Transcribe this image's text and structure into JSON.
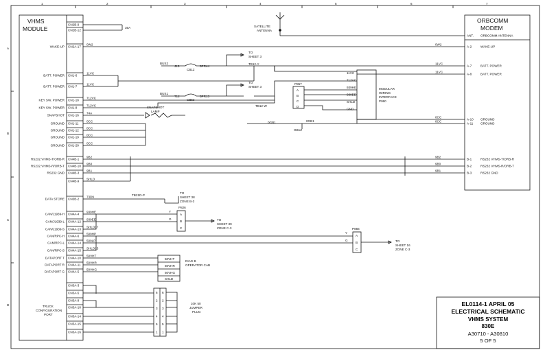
{
  "grid": {
    "cols": [
      "1",
      "2",
      "3",
      "4",
      "5",
      "6",
      "7"
    ],
    "rows": [
      "A",
      "B",
      "C",
      "D"
    ]
  },
  "vhms_module": {
    "title1": "VHMS",
    "title2": "MODULE",
    "pins": [
      {
        "label": "",
        "pin": "CN2B-9",
        "wire": ""
      },
      {
        "label": "",
        "pin": "CN2B-12",
        "wire": "35A"
      },
      {
        "label": "WAKE-UP",
        "pin": "CN2A-17",
        "wire": "0W2"
      },
      {
        "label": "BATT. POWER",
        "pin": "CN1-6",
        "wire": "11VC"
      },
      {
        "label": "BATT. POWER",
        "pin": "CN1-7",
        "wire": "11VC"
      },
      {
        "label": "KEY SW. POWER",
        "pin": "CN1-18",
        "wire": "712VC"
      },
      {
        "label": "KEY SW. POWER",
        "pin": "CN1-8",
        "wire": "712VC"
      },
      {
        "label": "SNAPSHOT",
        "pin": "CN1-16",
        "wire": "74A"
      },
      {
        "label": "GROUND",
        "pin": "CN1-11",
        "wire": "0CC"
      },
      {
        "label": "GROUND",
        "pin": "CN1-12",
        "wire": "0CC"
      },
      {
        "label": "GROUND",
        "pin": "CN1-19",
        "wire": "0CC"
      },
      {
        "label": "GROUND",
        "pin": "CN1-20",
        "wire": "0CC"
      },
      {
        "label": "RS232 VHMS-T/ORB-R",
        "pin": "CN4B-1",
        "wire": "9B2"
      },
      {
        "label": "RS232 VHMS-R/ORB-T",
        "pin": "CN4B-10",
        "wire": "9B0"
      },
      {
        "label": "RS232 GND",
        "pin": "CN4B-3",
        "wire": "9B1"
      },
      {
        "label": "",
        "pin": "CN4B-9",
        "wire": "SHLD"
      },
      {
        "label": "DATA STORE",
        "pin": "CN3B-2",
        "wire": "73D9"
      },
      {
        "label": "CAN/J1939-H",
        "pin": "CN4A-4",
        "wire": "939HE"
      },
      {
        "label": "CAN/J1939-L",
        "pin": "CN4A-12",
        "wire": "939EE"
      },
      {
        "label": "CAN/J1939-S",
        "pin": "CN4A-13",
        "wire": "SHLD17"
      },
      {
        "label": "CAN/RPC-H",
        "pin": "CN4A-6",
        "wire": "509HP"
      },
      {
        "label": "CAN/RPC-L",
        "pin": "CN4A-14",
        "wire": "509LP"
      },
      {
        "label": "CAN/RPC-S",
        "pin": "CN4A-15",
        "wire": "SHLD15"
      },
      {
        "label": "DATAPORT T",
        "pin": "CN4A-10",
        "wire": "50VHT"
      },
      {
        "label": "DATAPORT R",
        "pin": "CN4A-11",
        "wire": "50VHR"
      },
      {
        "label": "DATAPORT G",
        "pin": "CN4A-5",
        "wire": "50VHG"
      },
      {
        "label": "",
        "pin": "CN3A-3",
        "wire": ""
      },
      {
        "label": "",
        "pin": "CN3A-5",
        "wire": ""
      },
      {
        "label": "",
        "pin": "CN3A-9",
        "wire": ""
      },
      {
        "label": "",
        "pin": "CN3A-10",
        "wire": ""
      },
      {
        "label": "",
        "pin": "CN3A-14",
        "wire": ""
      },
      {
        "label": "",
        "pin": "CN3A-15",
        "wire": ""
      },
      {
        "label": "",
        "pin": "CN3A-16",
        "wire": ""
      }
    ],
    "truck_port": [
      "TRUCK",
      "CONFIGURATION",
      "PORT"
    ]
  },
  "orbcomm_modem": {
    "title1": "ORBCOMM",
    "title2": "MODEM",
    "pins": [
      {
        "pin": "ANT.",
        "label": "ORBCOMM ANTENNA"
      },
      {
        "pin": "A-2",
        "label": "WAKE-UP",
        "wire": "0W2"
      },
      {
        "pin": "A-7",
        "label": "BATT. POWER",
        "wire": "11VC"
      },
      {
        "pin": "A-8",
        "label": "BATT. POWER",
        "wire": "11VC"
      },
      {
        "pin": "A-10",
        "label": "GROUND",
        "wire": "0CC"
      },
      {
        "pin": "A-11",
        "label": "GROUND",
        "wire": "0CC"
      },
      {
        "pin": "B-1",
        "label": "RS232 VHMS-T/ORB-R",
        "wire": "9B2"
      },
      {
        "pin": "B-2",
        "label": "RS232 VHMS-R/ORB-T",
        "wire": "9B0"
      },
      {
        "pin": "B-3",
        "label": "RS232 GND",
        "wire": "9B1"
      }
    ]
  },
  "antenna": {
    "line1": "SATELLITE",
    "line2": "ANTENNA"
  },
  "power": {
    "bus2": "BUS2",
    "j15": "J15",
    "cb12": "CB12",
    "wire_a": "5PR44",
    "bus1": "BUS1",
    "j12": "712",
    "cb53": "CB53",
    "wire_b": "5PR13",
    "tb1": "TB12-Y",
    "tb2": "TB12-W",
    "to_sheet_a": [
      "TO",
      "SHEET 3"
    ],
    "to_sheet_b": [
      "TO",
      "SHEET 3"
    ],
    "snapshot_lamp": [
      "SNAPSHOT",
      "LAMP"
    ],
    "gnd1": "0GB1",
    "gnd2": "0GB1",
    "gb": "GB1Z"
  },
  "mwi": {
    "label": [
      "MODULAR",
      "WIRING",
      "INTERFACE",
      "P060"
    ],
    "pins": [
      "11VC",
      "712VC",
      "939HE",
      "939EE",
      "SHLD",
      "GND"
    ],
    "connector": "P857",
    "letters": [
      "A",
      "B",
      "C",
      "D"
    ]
  },
  "data_store": {
    "tb": "TB21D-P",
    "to": [
      "TO",
      "SHEET 38",
      "ZONE B-3"
    ]
  },
  "p826": {
    "name": "P826",
    "letters": [
      "A",
      "B",
      "C"
    ],
    "pins": [
      "Y",
      "G"
    ],
    "to": [
      "TO",
      "SHEET 39",
      "ZONE C-3"
    ]
  },
  "p856": {
    "name": "P856",
    "letters": [
      "A",
      "B",
      "C"
    ],
    "pins": [
      "Y",
      "G"
    ],
    "to": [
      "TO",
      "SHEET 16",
      "ZONE C-3"
    ]
  },
  "diag": {
    "lines": [
      "DIAG B",
      "OPERATOR CAB"
    ],
    "shld": "SHLD",
    "wires": [
      "50VHT",
      "50VHR",
      "50VHG"
    ]
  },
  "jumper": {
    "lines": [
      "10K 50",
      "JUMPER",
      "PLUG"
    ],
    "pins": [
      "6",
      "2",
      "3",
      "4",
      "5",
      "1"
    ]
  },
  "title_block": {
    "line1": "EL0114-1   APRIL 05",
    "line2": "ELECTRICAL SCHEMATIC",
    "line3": "VHMS SYSTEM",
    "line4": "830E",
    "line5": "A30710 - A30810",
    "line6": "5 OF 5"
  }
}
